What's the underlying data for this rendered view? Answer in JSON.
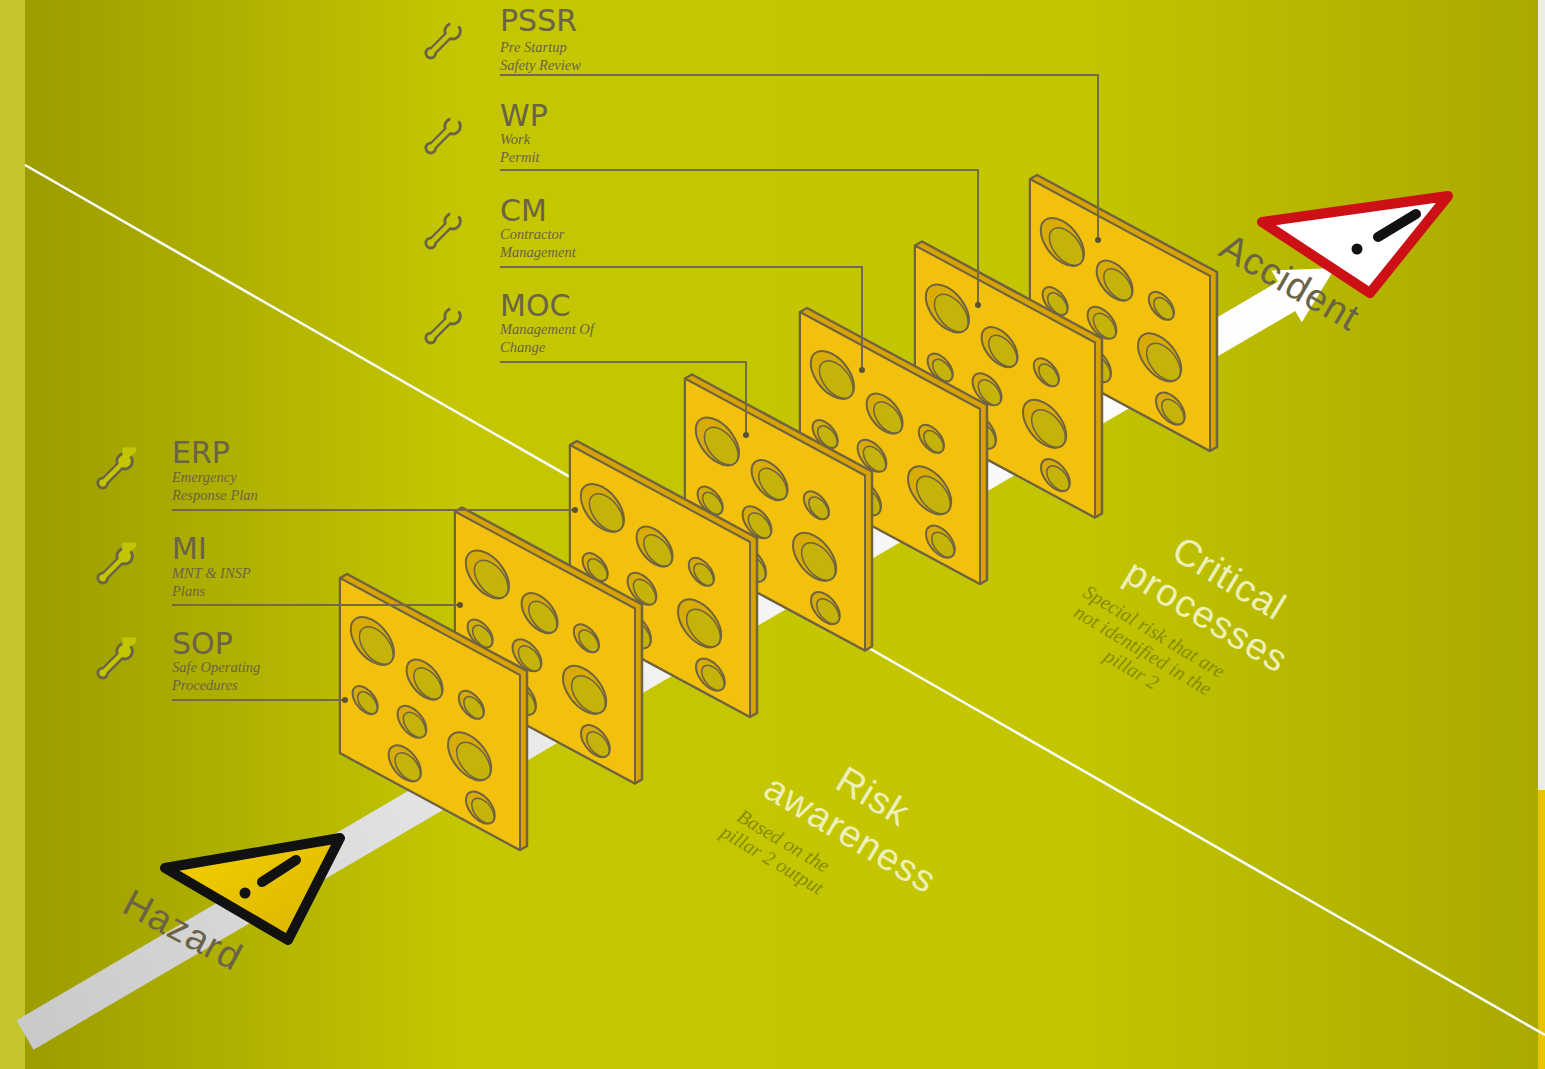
{
  "diagram": {
    "labels": [
      "PSSR",
      "Pre Startup Safety Review",
      "WP",
      "Work Permit",
      "CM",
      "Contractor Management",
      "MOC",
      "Management Of Change",
      "ERP",
      "Emergency Response Plan",
      "MI",
      "MNT & INSP Plans",
      "SOP",
      "Safe Operating Procedures",
      "Accident",
      "Critical processes",
      "Special risk that are not identified in the pillar 2",
      "Risk awareness",
      "Based on the pillar 2 output",
      "Hazard"
    ]
  }
}
